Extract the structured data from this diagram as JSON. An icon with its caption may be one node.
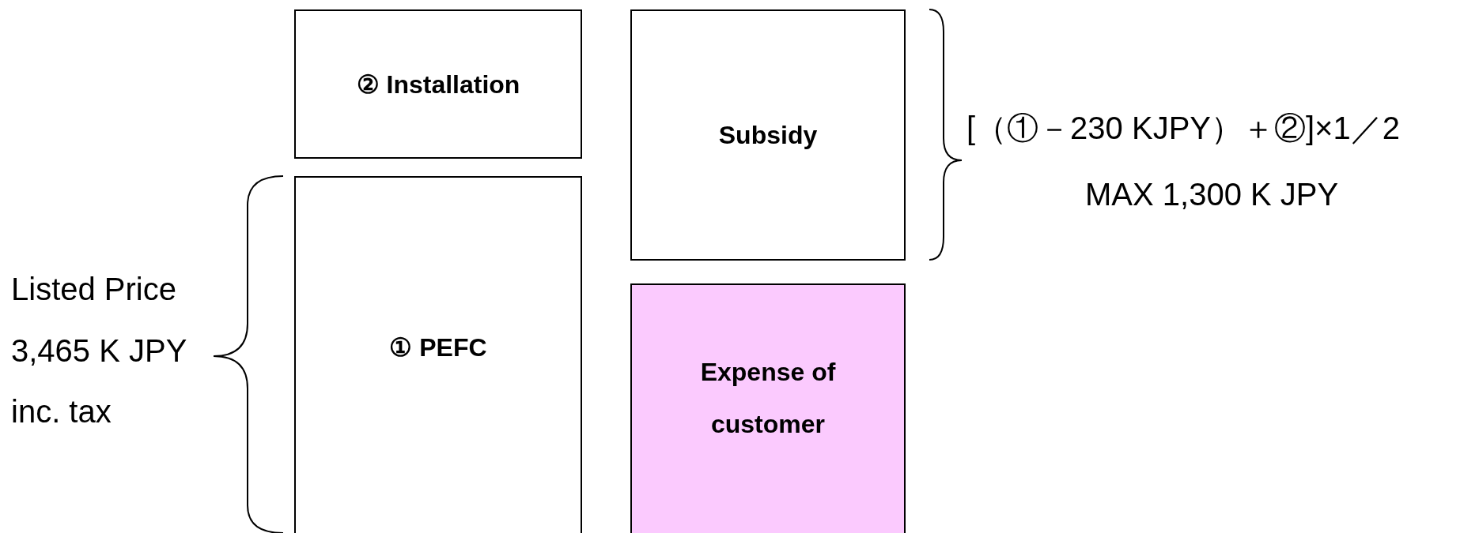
{
  "diagram": {
    "nodes": [
      {
        "text": [
          "② Installation"
        ]
      },
      {
        "text": [
          "Subsidy"
        ]
      },
      {
        "text": [
          "① PEFC"
        ]
      },
      {
        "text": [
          "Expense of customer"
        ]
      }
    ],
    "labels": [
      "Listed Price",
      "3,465 K JPY",
      "inc. tax",
      "[（①－230 KJPY）＋②]×1／2",
      "MAX 1,300 K JPY"
    ]
  }
}
